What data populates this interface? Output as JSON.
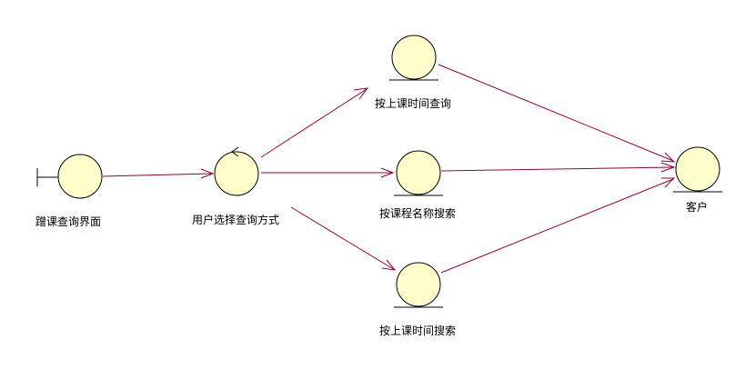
{
  "colors": {
    "node_fill": "#ffffcc",
    "node_stroke": "#000000",
    "edge": "#990033",
    "label": "#000000"
  },
  "nodes": {
    "boundary": {
      "label": "蹭课查询界面",
      "kind": "boundary"
    },
    "control": {
      "label": "用户选择查询方式",
      "kind": "control"
    },
    "entity_time_query": {
      "label": "按上课时间查询",
      "kind": "entity"
    },
    "entity_name_search": {
      "label": "按课程名称搜索",
      "kind": "entity"
    },
    "entity_time_search": {
      "label": "按上课时间搜索",
      "kind": "entity"
    },
    "entity_customer": {
      "label": "客户",
      "kind": "entity"
    }
  },
  "edges": [
    {
      "from": "boundary",
      "to": "control",
      "arrow": true
    },
    {
      "from": "control",
      "to": "entity_time_query",
      "arrow": true
    },
    {
      "from": "control",
      "to": "entity_name_search",
      "arrow": true
    },
    {
      "from": "control",
      "to": "entity_time_search",
      "arrow": true
    },
    {
      "from": "entity_time_query",
      "to": "entity_customer",
      "arrow": true
    },
    {
      "from": "entity_name_search",
      "to": "entity_customer",
      "arrow": true
    },
    {
      "from": "entity_time_search",
      "to": "entity_customer",
      "arrow": true
    }
  ]
}
